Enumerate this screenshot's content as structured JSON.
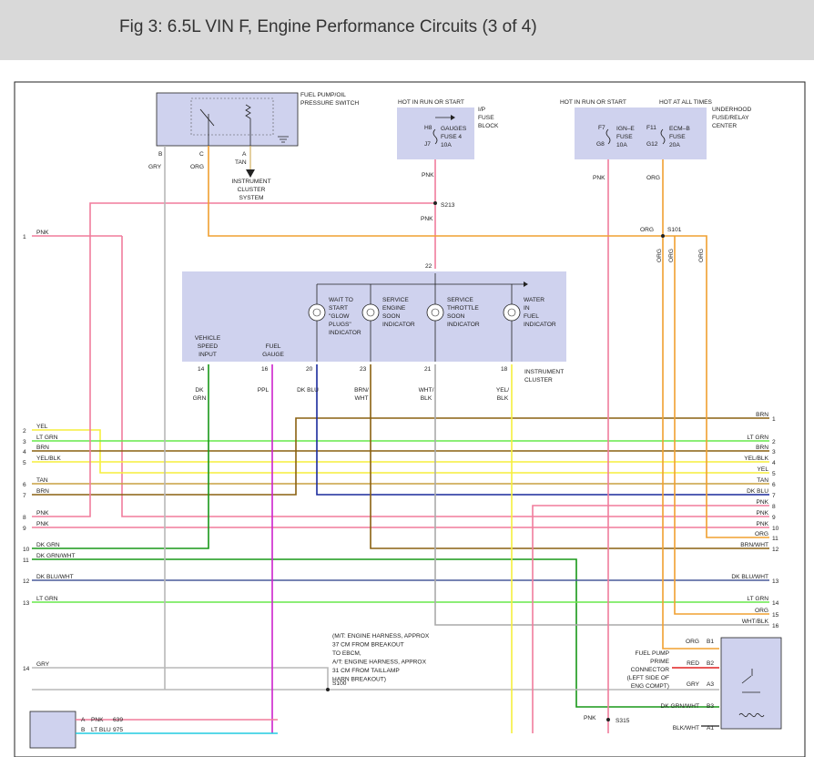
{
  "title": "Fig 3: 6.5L VIN F, Engine Performance Circuits (3 of 4)",
  "colors": {
    "PNK": "#f07c9c",
    "ORG": "#f0a030",
    "GRY": "#b8b8b8",
    "YEL": "#f5ee3c",
    "LTGRN": "#66e84a",
    "BRN": "#8a6010",
    "YELBLK": "#f5ee3c",
    "TAN": "#c8a040",
    "DKGRN": "#189818",
    "DKGRNWHT": "#189818",
    "DKBLUWHT": "#4a5a9a",
    "DKBLU": "#1a2a9c",
    "PPL": "#cc22cc",
    "BRNWHT": "#8a6010",
    "WHTBLK": "#aaaaaa",
    "RED": "#e02020",
    "BLKWHT": "#444444",
    "LTBLU": "#22cce0",
    "box": "#cfd2ee"
  },
  "components": {
    "fuel_pump_switch": {
      "label_line1": "FUEL PUMP/OIL",
      "label_line2": "PRESSURE SWITCH",
      "pin_b": "B",
      "pin_c": "C",
      "pin_a": "A",
      "wire_b": "GRY",
      "wire_c": "ORG",
      "wire_a": "TAN"
    },
    "instrument_cluster_system": {
      "line1": "INSTRUMENT",
      "line2": "CLUSTER",
      "line3": "SYSTEM"
    },
    "ip_fuse_block": {
      "hot_label": "HOT IN RUN OR START",
      "title1": "I/P",
      "title2": "FUSE",
      "title3": "BLOCK",
      "pin_top": "H8",
      "pin_bottom": "J7",
      "fuse_name1": "GAUGES",
      "fuse_name2": "FUSE 4",
      "fuse_rating": "10A",
      "out_wire": "PNK"
    },
    "underhood_fuse": {
      "hot1": "HOT IN RUN OR START",
      "hot2": "HOT AT ALL TIMES",
      "title1": "UNDERHOOD",
      "title2": "FUSE/RELAY",
      "title3": "CENTER",
      "f7_top": "F7",
      "f7_bottom": "G8",
      "f7_name1": "IGN–E",
      "f7_name2": "FUSE",
      "f7_rating": "10A",
      "f11_top": "F11",
      "f11_bottom": "G12",
      "f11_name1": "ECM–B",
      "f11_name2": "FUSE",
      "f11_rating": "20A",
      "wire1": "PNK",
      "wire2": "ORG"
    },
    "splices": {
      "s213": "S213",
      "s213_in": "PNK",
      "s213_out": "PNK",
      "s101": "S101",
      "s101_in": "ORG",
      "s100": "S100",
      "s315": "S315"
    },
    "cluster": {
      "pin22": "22",
      "title1": "INSTRUMENT",
      "title2": "CLUSTER",
      "indicators": [
        {
          "lines": [
            "WAIT TO",
            "START",
            "\"GLOW",
            "PLUGS\"",
            "INDICATOR"
          ]
        },
        {
          "lines": [
            "SERVICE",
            "ENGINE",
            "SOON",
            "INDICATOR"
          ]
        },
        {
          "lines": [
            "SERVICE",
            "THROTTLE",
            "SOON",
            "INDICATOR"
          ]
        },
        {
          "lines": [
            "WATER",
            "IN",
            "FUEL",
            "INDICATOR"
          ]
        }
      ],
      "vss": [
        "VEHICLE",
        "SPEED",
        "INPUT"
      ],
      "fuel_gauge": [
        "FUEL",
        "GAUGE"
      ],
      "pins": [
        {
          "num": "14",
          "wire": [
            "DK",
            "GRN"
          ]
        },
        {
          "num": "16",
          "wire": [
            "PPL"
          ]
        },
        {
          "num": "20",
          "wire": [
            "DK BLU"
          ]
        },
        {
          "num": "23",
          "wire": [
            "BRN/",
            "WHT"
          ]
        },
        {
          "num": "21",
          "wire": [
            "WHT/",
            "BLK"
          ]
        },
        {
          "num": "18",
          "wire": [
            "YEL/",
            "BLK"
          ]
        }
      ]
    },
    "relay": {
      "label": [
        "FUEL PUMP",
        "PRIME",
        "CONNECTOR",
        "(LEFT SIDE OF",
        "ENG COMPT)"
      ],
      "pins": [
        {
          "wire": "ORG",
          "pin": "B1"
        },
        {
          "wire": "RED",
          "pin": "B2"
        },
        {
          "wire": "GRY",
          "pin": "A3"
        },
        {
          "wire": "DK GRN/WHT",
          "pin": "B3"
        },
        {
          "wire": "BLK/WHT",
          "pin": "A1"
        }
      ]
    },
    "note": [
      "(M/T: ENGINE HARNESS, APPROX",
      "37 CM FROM BREAKOUT",
      "TO EBCM,",
      "A/T: ENGINE HARNESS, APPROX",
      "31 CM FROM TAILLAMP",
      "HARN BREAKOUT)"
    ],
    "bottom_connector": [
      {
        "pin": "A",
        "wire": "PNK",
        "circuit": "639"
      },
      {
        "pin": "B",
        "wire": "LT BLU",
        "circuit": "975"
      }
    ],
    "s315_wire": "PNK"
  },
  "left_rows": [
    {
      "num": "1",
      "label": "PNK"
    },
    {
      "num": "2",
      "label": "YEL"
    },
    {
      "num": "3",
      "label": "LT GRN"
    },
    {
      "num": "4",
      "label": "BRN"
    },
    {
      "num": "5",
      "label": "YEL/BLK"
    },
    {
      "num": "6",
      "label": "TAN"
    },
    {
      "num": "7",
      "label": "BRN"
    },
    {
      "num": "8",
      "label": "PNK"
    },
    {
      "num": "9",
      "label": "PNK"
    },
    {
      "num": "10",
      "label": "DK GRN"
    },
    {
      "num": "11",
      "label": "DK GRN/WHT"
    },
    {
      "num": "12",
      "label": "DK BLU/WHT"
    },
    {
      "num": "13",
      "label": "LT GRN"
    },
    {
      "num": "14",
      "label": "GRY"
    }
  ],
  "right_rows": [
    {
      "num": "1",
      "label": "BRN"
    },
    {
      "num": "2",
      "label": "LT GRN"
    },
    {
      "num": "3",
      "label": "BRN"
    },
    {
      "num": "4",
      "label": "YEL/BLK"
    },
    {
      "num": "5",
      "label": "YEL"
    },
    {
      "num": "6",
      "label": "TAN"
    },
    {
      "num": "7",
      "label": "DK BLU"
    },
    {
      "num": "8",
      "label": "PNK"
    },
    {
      "num": "9",
      "label": "PNK"
    },
    {
      "num": "10",
      "label": "PNK"
    },
    {
      "num": "11",
      "label": "ORG"
    },
    {
      "num": "12",
      "label": "BRN/WHT"
    },
    {
      "num": "13",
      "label": "DK BLU/WHT"
    },
    {
      "num": "14",
      "label": "LT GRN"
    },
    {
      "num": "15",
      "label": "ORG"
    },
    {
      "num": "16",
      "label": "WHT/BLK"
    }
  ],
  "vertical_org_labels": [
    "ORG",
    "ORG",
    "ORG"
  ]
}
